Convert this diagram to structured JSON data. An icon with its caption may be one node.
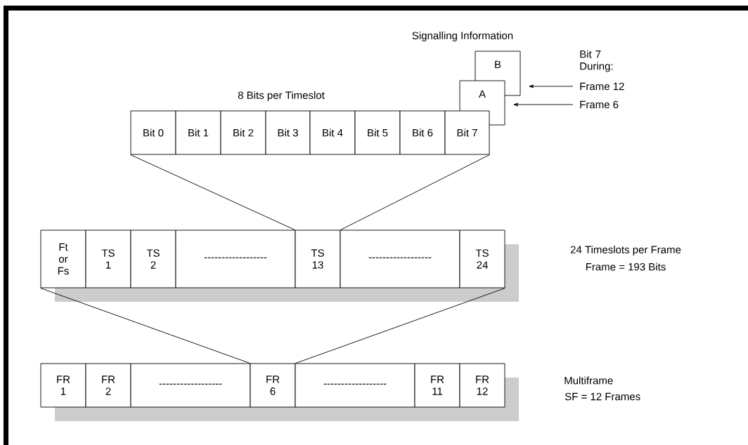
{
  "diagram": {
    "nodes": [
      {
        "text": [
          "B"
        ]
      },
      {
        "text": [
          "A"
        ]
      },
      {
        "text": [
          "Frame 12"
        ]
      },
      {
        "text": [
          "Frame 6"
        ]
      },
      {
        "text": [
          "Bit 0"
        ]
      },
      {
        "text": [
          "Bit 1"
        ]
      },
      {
        "text": [
          "Bit 2"
        ]
      },
      {
        "text": [
          "Bit 3"
        ]
      },
      {
        "text": [
          "Bit 4"
        ]
      },
      {
        "text": [
          "Bit 5"
        ]
      },
      {
        "text": [
          "Bit 6"
        ]
      },
      {
        "text": [
          "Bit 7"
        ]
      },
      {
        "text": [
          "Ft or Fs"
        ]
      },
      {
        "text": [
          "TS 1"
        ]
      },
      {
        "text": [
          "TS 2"
        ]
      },
      {
        "text": [
          "------------------"
        ]
      },
      {
        "text": [
          "TS 13"
        ]
      },
      {
        "text": [
          "------------------"
        ]
      },
      {
        "text": [
          "TS 24"
        ]
      },
      {
        "text": [
          "FR 1"
        ]
      },
      {
        "text": [
          "FR 2"
        ]
      },
      {
        "text": [
          "------------------"
        ]
      },
      {
        "text": [
          "FR 6"
        ]
      },
      {
        "text": [
          "------------------"
        ]
      },
      {
        "text": [
          "FR 11"
        ]
      },
      {
        "text": [
          "FR 12"
        ]
      }
    ],
    "edges": [
      {
        "from": 2,
        "to": 0,
        "arrow": "to"
      },
      {
        "from": 3,
        "to": 1,
        "arrow": "to"
      },
      {
        "from": 4,
        "to": 16,
        "arrow": "none"
      },
      {
        "from": 11,
        "to": 16,
        "arrow": "none"
      },
      {
        "from": 12,
        "to": 22,
        "arrow": "none"
      },
      {
        "from": 18,
        "to": 22,
        "arrow": "none"
      }
    ],
    "labels": [
      "Signalling Information",
      "Bit 7 During:",
      "8 Bits per  Timeslot",
      "24 Timeslots per Frame",
      "Frame  = 193 Bits",
      "Multiframe",
      "SF = 12 Frames"
    ]
  }
}
